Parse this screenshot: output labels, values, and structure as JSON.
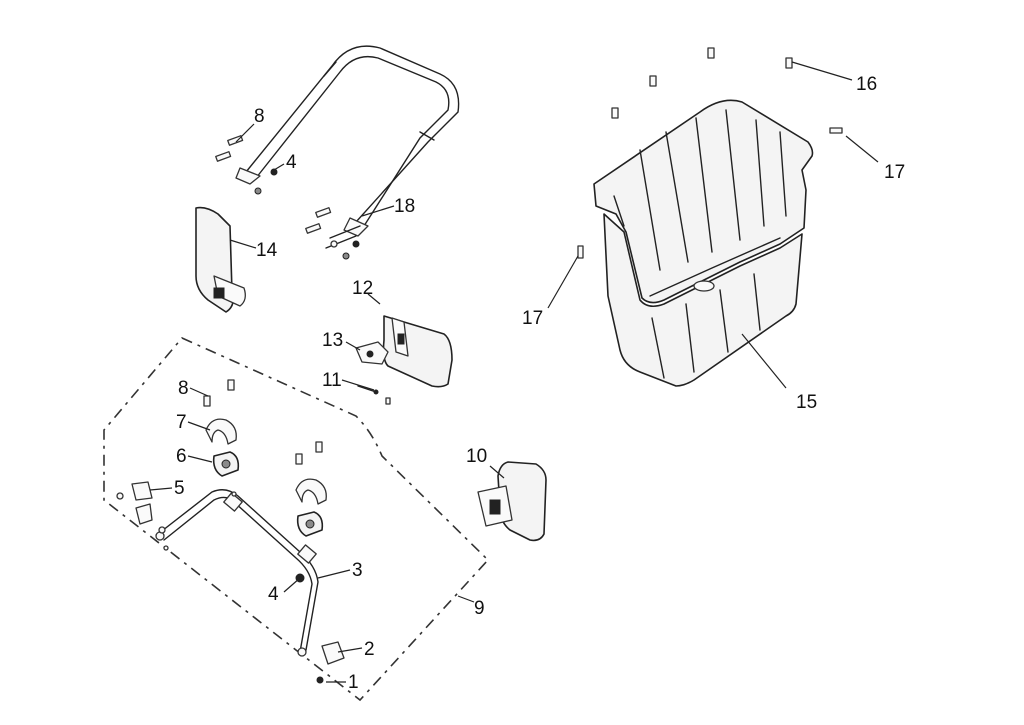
{
  "callouts": {
    "c1": "1",
    "c2": "2",
    "c3": "3",
    "c4a": "4",
    "c4b": "4",
    "c5": "5",
    "c6": "6",
    "c7": "7",
    "c8a": "8",
    "c8b": "8",
    "c9": "9",
    "c10": "10",
    "c11": "11",
    "c12": "12",
    "c13": "13",
    "c14": "14",
    "c15": "15",
    "c16": "16",
    "c17a": "17",
    "c17b": "17",
    "c18": "18"
  }
}
